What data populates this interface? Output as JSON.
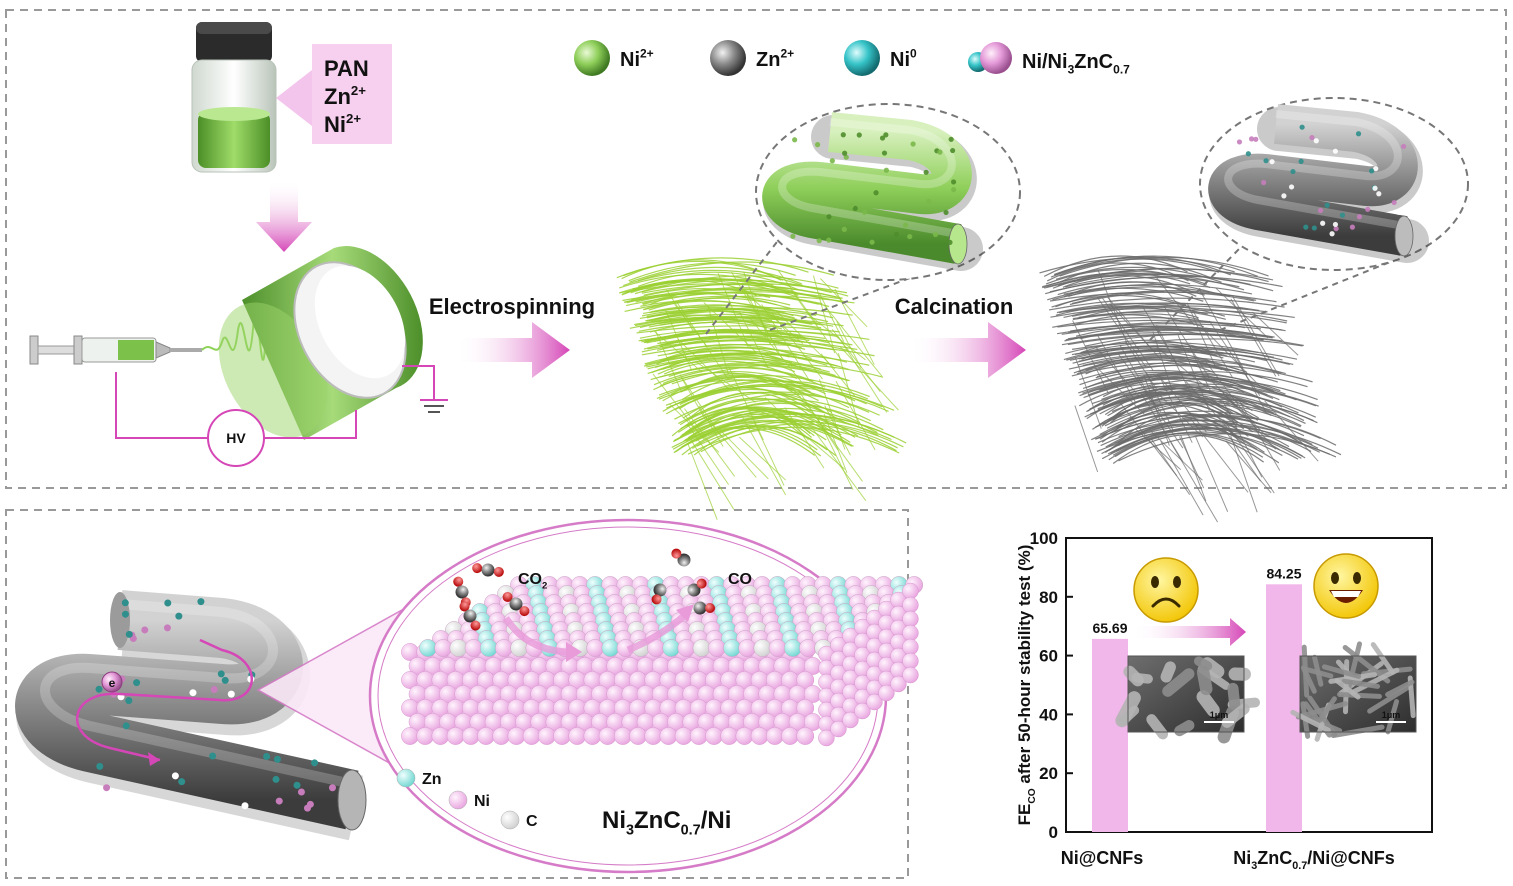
{
  "precursor": {
    "lines": [
      "PAN",
      "Zn",
      "Ni"
    ],
    "line_sup": [
      "",
      "2+",
      "2+"
    ]
  },
  "legend": [
    {
      "base": "Ni",
      "sup": "2+",
      "color": "#8fcf5a"
    },
    {
      "base": "Zn",
      "sup": "2+",
      "color": "#8a8a8a"
    },
    {
      "base": "Ni",
      "sup": "0",
      "color": "#36c4c8"
    },
    {
      "prefix": "Ni/Ni",
      "sub1": "3",
      "mid": "ZnC",
      "sub2": "0.7",
      "color": "#e49ad8"
    }
  ],
  "steps": {
    "electrospinning": "Electrospinning",
    "calcination": "Calcination"
  },
  "device": {
    "hv": "HV"
  },
  "crystal": {
    "reactant": {
      "base": "CO",
      "sub": "2"
    },
    "product": "CO",
    "title": {
      "a": "Ni",
      "sub1": "3",
      "b": "ZnC",
      "sub2": "0.7",
      "c": "/Ni"
    },
    "atom_legend": [
      {
        "label": "Zn",
        "color": "#8fe3df"
      },
      {
        "label": "Ni",
        "color": "#f2b7ea"
      },
      {
        "label": "C",
        "color": "#e6e6e6"
      }
    ],
    "electron": "e"
  },
  "chart_data": {
    "type": "bar",
    "ylabel": {
      "a": "FE",
      "sub": "CO",
      "b": " after 50-hour stability test (%)"
    },
    "yticks": [
      0,
      20,
      40,
      60,
      80,
      100
    ],
    "ylim": [
      0,
      100
    ],
    "categories": [
      "Ni@CNFs",
      "Ni3ZnC0.7/Ni@CNFs"
    ],
    "category_display": [
      {
        "a": "Ni@CNFs"
      },
      {
        "a": "Ni",
        "sub1": "3",
        "b": "ZnC",
        "sub2": "0.7",
        "c": "/Ni@CNFs"
      }
    ],
    "values": [
      65.69,
      84.25
    ],
    "value_labels": [
      "65.69",
      "84.25"
    ],
    "bar_color": "#f2b7ea",
    "sem_scale": [
      "1μm",
      "1μm"
    ],
    "faces": [
      "sad",
      "happy"
    ]
  }
}
